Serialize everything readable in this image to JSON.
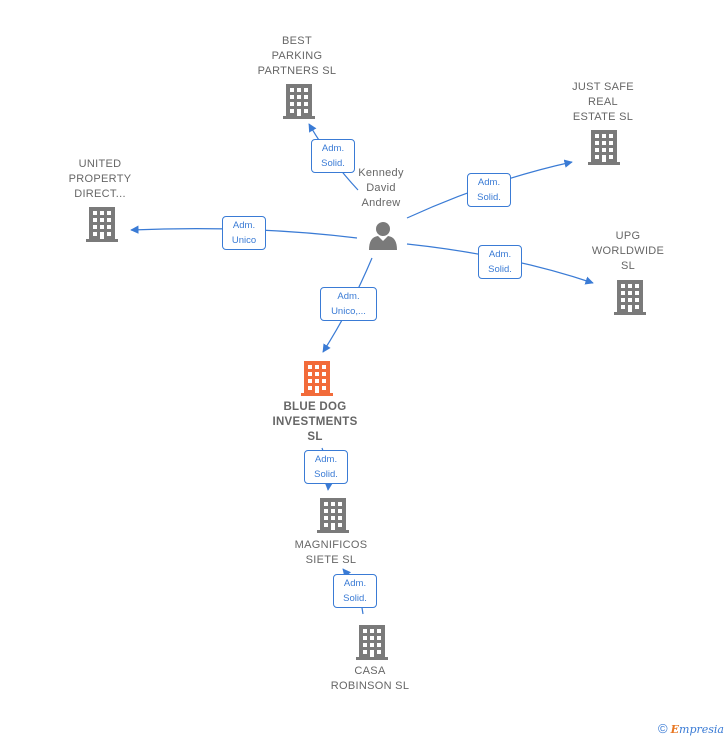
{
  "colors": {
    "edge": "#3a7bd5",
    "building": "#7a7a7a",
    "focus_building": "#f26b3a",
    "text": "#666666",
    "brand_accent": "#e87722"
  },
  "nodes": {
    "best_parking": {
      "lines": [
        "BEST",
        "PARKING",
        "PARTNERS  SL"
      ],
      "icon": "building-icon"
    },
    "just_safe": {
      "lines": [
        "JUST SAFE",
        "REAL",
        "ESTATE  SL"
      ],
      "icon": "building-icon"
    },
    "united_property": {
      "lines": [
        "UNITED",
        "PROPERTY",
        "DIRECT..."
      ],
      "icon": "building-icon"
    },
    "kennedy": {
      "lines": [
        "Kennedy",
        "David",
        "Andrew"
      ],
      "icon": "person-icon"
    },
    "upg": {
      "lines": [
        "UPG",
        "WORLDWIDE",
        "SL"
      ],
      "icon": "building-icon"
    },
    "blue_dog": {
      "lines": [
        "BLUE DOG",
        "INVESTMENTS",
        "SL"
      ],
      "icon": "building-icon"
    },
    "magnificos": {
      "lines": [
        "MAGNIFICOS",
        "SIETE  SL"
      ],
      "icon": "building-icon"
    },
    "casa_robinson": {
      "lines": [
        "CASA",
        "ROBINSON  SL"
      ],
      "icon": "building-icon"
    }
  },
  "edges": {
    "to_best_parking": [
      "Adm.",
      "Solid."
    ],
    "to_just_safe": [
      "Adm.",
      "Solid."
    ],
    "to_united": [
      "Adm.",
      "Unico"
    ],
    "to_upg": [
      "Adm.",
      "Solid."
    ],
    "to_blue_dog": [
      "Adm.",
      "Unico,..."
    ],
    "blue_to_magnificos": [
      "Adm.",
      "Solid."
    ],
    "magnificos_to_casa": [
      "Adm.",
      "Solid."
    ]
  },
  "footer": {
    "copyright": "©",
    "brand_first": "E",
    "brand_rest": "mpresia"
  }
}
